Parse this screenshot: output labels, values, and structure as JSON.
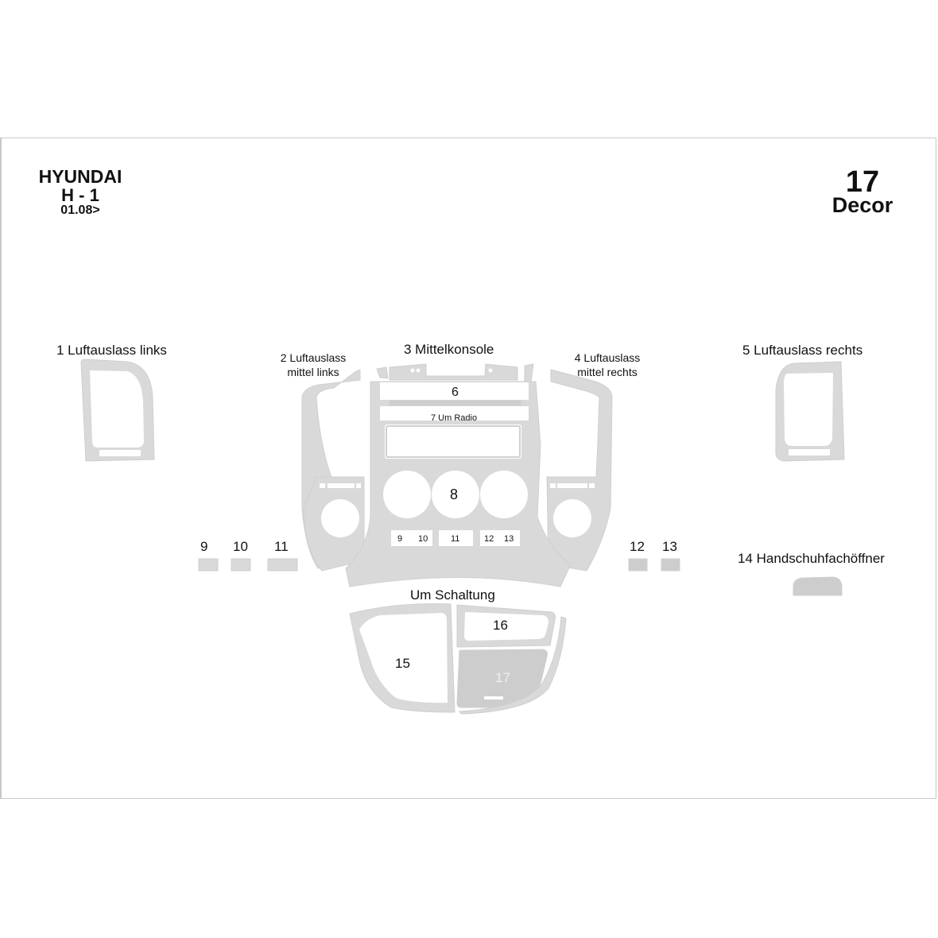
{
  "header": {
    "brand": "HYUNDAI",
    "model": "H - 1",
    "date": "01.08>",
    "piece_count": "17",
    "kit_type": "Decor"
  },
  "parts": {
    "p1": "1 Luftauslass links",
    "p2_line1": "2 Luftauslass",
    "p2_line2": "mittel links",
    "p3": "3 Mittelkonsole",
    "p4_line1": "4 Luftauslass",
    "p4_line2": "mittel rechts",
    "p5": "5 Luftauslass rechts",
    "p6": "6",
    "p7": "7 Um Radio",
    "p8": "8",
    "p9": "9",
    "p10": "10",
    "p11": "11",
    "p12": "12",
    "p13": "13",
    "p14": "14 Handschuhfachöffner",
    "shift_group": "Um Schaltung",
    "p15": "15",
    "p16": "16",
    "p17": "17"
  },
  "colors": {
    "piece_fill": "#d9d9d9",
    "frame_border": "#c8c8c8",
    "text": "#111111"
  }
}
